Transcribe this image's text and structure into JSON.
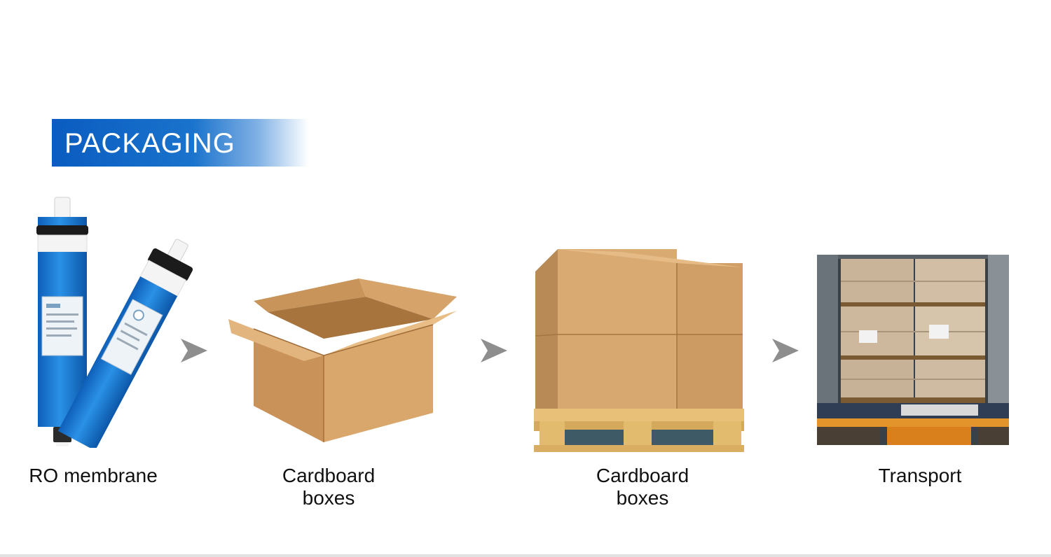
{
  "header": {
    "title": "PACKAGING",
    "accent_color": "#0a5cc0"
  },
  "steps": [
    {
      "label": "RO membrane",
      "icon": "ro-membrane-image"
    },
    {
      "label": "Cardboard\nboxes",
      "icon": "open-cardboard-box-image"
    },
    {
      "label": "Cardboard\nboxes",
      "icon": "palletized-boxes-image"
    },
    {
      "label": "Transport",
      "icon": "container-truck-image"
    }
  ],
  "arrow_color": "#8e8e8e",
  "colors": {
    "membrane_blue": "#1f7fd6",
    "cardboard": "#d7a86e",
    "pallet_wood": "#e3bb6f"
  }
}
